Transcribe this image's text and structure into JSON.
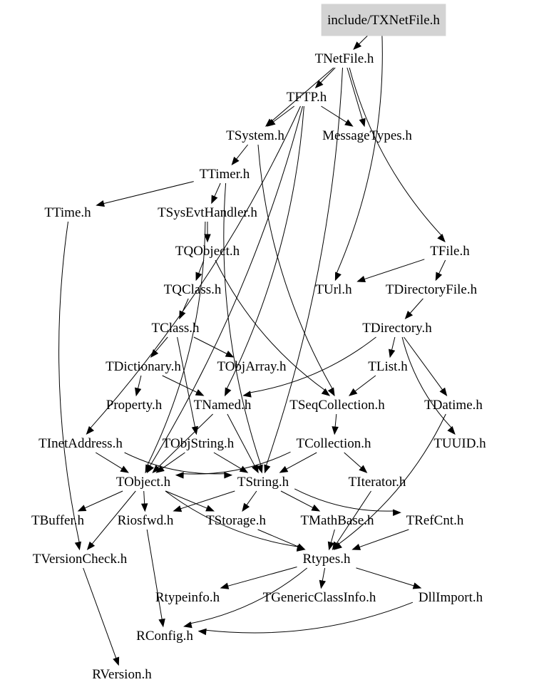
{
  "colors": {
    "root_fill": "#d3d3d3",
    "edge": "#000000",
    "text": "#000000",
    "background": "#ffffff"
  },
  "nodes": [
    {
      "id": "include_TXNetFile_h",
      "label": "include/TXNetFile.h",
      "root": true
    },
    {
      "id": "TNetFile_h",
      "label": "TNetFile.h"
    },
    {
      "id": "TFTP_h",
      "label": "TFTP.h"
    },
    {
      "id": "TSystem_h",
      "label": "TSystem.h"
    },
    {
      "id": "MessageTypes_h",
      "label": "MessageTypes.h"
    },
    {
      "id": "TTimer_h",
      "label": "TTimer.h"
    },
    {
      "id": "TTime_h",
      "label": "TTime.h"
    },
    {
      "id": "TSysEvtHandler_h",
      "label": "TSysEvtHandler.h"
    },
    {
      "id": "TQObject_h",
      "label": "TQObject.h"
    },
    {
      "id": "TFile_h",
      "label": "TFile.h"
    },
    {
      "id": "TQClass_h",
      "label": "TQClass.h"
    },
    {
      "id": "TUrl_h",
      "label": "TUrl.h"
    },
    {
      "id": "TDirectoryFile_h",
      "label": "TDirectoryFile.h"
    },
    {
      "id": "TClass_h",
      "label": "TClass.h"
    },
    {
      "id": "TDirectory_h",
      "label": "TDirectory.h"
    },
    {
      "id": "TDictionary_h",
      "label": "TDictionary.h"
    },
    {
      "id": "TObjArray_h",
      "label": "TObjArray.h"
    },
    {
      "id": "TList_h",
      "label": "TList.h"
    },
    {
      "id": "Property_h",
      "label": "Property.h"
    },
    {
      "id": "TNamed_h",
      "label": "TNamed.h"
    },
    {
      "id": "TSeqCollection_h",
      "label": "TSeqCollection.h"
    },
    {
      "id": "TDatime_h",
      "label": "TDatime.h"
    },
    {
      "id": "TInetAddress_h",
      "label": "TInetAddress.h"
    },
    {
      "id": "TObjString_h",
      "label": "TObjString.h"
    },
    {
      "id": "TCollection_h",
      "label": "TCollection.h"
    },
    {
      "id": "TUUID_h",
      "label": "TUUID.h"
    },
    {
      "id": "TObject_h",
      "label": "TObject.h"
    },
    {
      "id": "TString_h",
      "label": "TString.h"
    },
    {
      "id": "TIterator_h",
      "label": "TIterator.h"
    },
    {
      "id": "TBuffer_h",
      "label": "TBuffer.h"
    },
    {
      "id": "Riosfwd_h",
      "label": "Riosfwd.h"
    },
    {
      "id": "TStorage_h",
      "label": "TStorage.h"
    },
    {
      "id": "TMathBase_h",
      "label": "TMathBase.h"
    },
    {
      "id": "TRefCnt_h",
      "label": "TRefCnt.h"
    },
    {
      "id": "TVersionCheck_h",
      "label": "TVersionCheck.h"
    },
    {
      "id": "Rtypes_h",
      "label": "Rtypes.h"
    },
    {
      "id": "Rtypeinfo_h",
      "label": "Rtypeinfo.h"
    },
    {
      "id": "TGenericClassInfo_h",
      "label": "TGenericClassInfo.h"
    },
    {
      "id": "DllImport_h",
      "label": "DllImport.h"
    },
    {
      "id": "RConfig_h",
      "label": "RConfig.h"
    },
    {
      "id": "RVersion_h",
      "label": "RVersion.h"
    }
  ],
  "edges": [
    [
      "include_TXNetFile_h",
      "TNetFile_h"
    ],
    [
      "include_TXNetFile_h",
      "TUrl_h"
    ],
    [
      "TNetFile_h",
      "TFTP_h"
    ],
    [
      "TNetFile_h",
      "TSystem_h"
    ],
    [
      "TNetFile_h",
      "MessageTypes_h"
    ],
    [
      "TNetFile_h",
      "TFile_h"
    ],
    [
      "TNetFile_h",
      "TString_h"
    ],
    [
      "TFTP_h",
      "TSystem_h"
    ],
    [
      "TFTP_h",
      "MessageTypes_h"
    ],
    [
      "TFTP_h",
      "TInetAddress_h"
    ],
    [
      "TFTP_h",
      "TObject_h"
    ],
    [
      "TFTP_h",
      "TNamed_h"
    ],
    [
      "TSystem_h",
      "TTimer_h"
    ],
    [
      "TSystem_h",
      "TSeqCollection_h"
    ],
    [
      "TTimer_h",
      "TTime_h"
    ],
    [
      "TTimer_h",
      "TSysEvtHandler_h"
    ],
    [
      "TTimer_h",
      "TString_h"
    ],
    [
      "TTime_h",
      "TVersionCheck_h"
    ],
    [
      "TSysEvtHandler_h",
      "TQObject_h"
    ],
    [
      "TSysEvtHandler_h",
      "TObject_h"
    ],
    [
      "TQObject_h",
      "TQClass_h"
    ],
    [
      "TQObject_h",
      "TSeqCollection_h"
    ],
    [
      "TQClass_h",
      "TClass_h"
    ],
    [
      "TClass_h",
      "TDictionary_h"
    ],
    [
      "TClass_h",
      "TObjArray_h"
    ],
    [
      "TClass_h",
      "TObjString_h"
    ],
    [
      "TDictionary_h",
      "Property_h"
    ],
    [
      "TDictionary_h",
      "TNamed_h"
    ],
    [
      "TFile_h",
      "TUrl_h"
    ],
    [
      "TFile_h",
      "TDirectoryFile_h"
    ],
    [
      "TDirectoryFile_h",
      "TDirectory_h"
    ],
    [
      "TDirectory_h",
      "TList_h"
    ],
    [
      "TDirectory_h",
      "TDatime_h"
    ],
    [
      "TDirectory_h",
      "TUUID_h"
    ],
    [
      "TDirectory_h",
      "TNamed_h"
    ],
    [
      "TList_h",
      "TSeqCollection_h"
    ],
    [
      "TSeqCollection_h",
      "TCollection_h"
    ],
    [
      "TCollection_h",
      "TObject_h"
    ],
    [
      "TCollection_h",
      "TString_h"
    ],
    [
      "TCollection_h",
      "TIterator_h"
    ],
    [
      "TObjString_h",
      "TString_h"
    ],
    [
      "TObjString_h",
      "TObject_h"
    ],
    [
      "TNamed_h",
      "TString_h"
    ],
    [
      "TNamed_h",
      "TObject_h"
    ],
    [
      "TInetAddress_h",
      "TObject_h"
    ],
    [
      "TInetAddress_h",
      "TString_h"
    ],
    [
      "TDatime_h",
      "Rtypes_h"
    ],
    [
      "TObject_h",
      "TBuffer_h"
    ],
    [
      "TObject_h",
      "Riosfwd_h"
    ],
    [
      "TObject_h",
      "TStorage_h"
    ],
    [
      "TObject_h",
      "TVersionCheck_h"
    ],
    [
      "TObject_h",
      "Rtypes_h"
    ],
    [
      "TString_h",
      "TMathBase_h"
    ],
    [
      "TString_h",
      "TRefCnt_h"
    ],
    [
      "TString_h",
      "TStorage_h"
    ],
    [
      "TString_h",
      "Riosfwd_h"
    ],
    [
      "TIterator_h",
      "Rtypes_h"
    ],
    [
      "TStorage_h",
      "Rtypes_h"
    ],
    [
      "TMathBase_h",
      "Rtypes_h"
    ],
    [
      "TRefCnt_h",
      "Rtypes_h"
    ],
    [
      "TVersionCheck_h",
      "RVersion_h"
    ],
    [
      "Riosfwd_h",
      "RConfig_h"
    ],
    [
      "Rtypes_h",
      "Rtypeinfo_h"
    ],
    [
      "Rtypes_h",
      "TGenericClassInfo_h"
    ],
    [
      "Rtypes_h",
      "DllImport_h"
    ],
    [
      "Rtypes_h",
      "RConfig_h"
    ],
    [
      "DllImport_h",
      "RConfig_h"
    ]
  ]
}
